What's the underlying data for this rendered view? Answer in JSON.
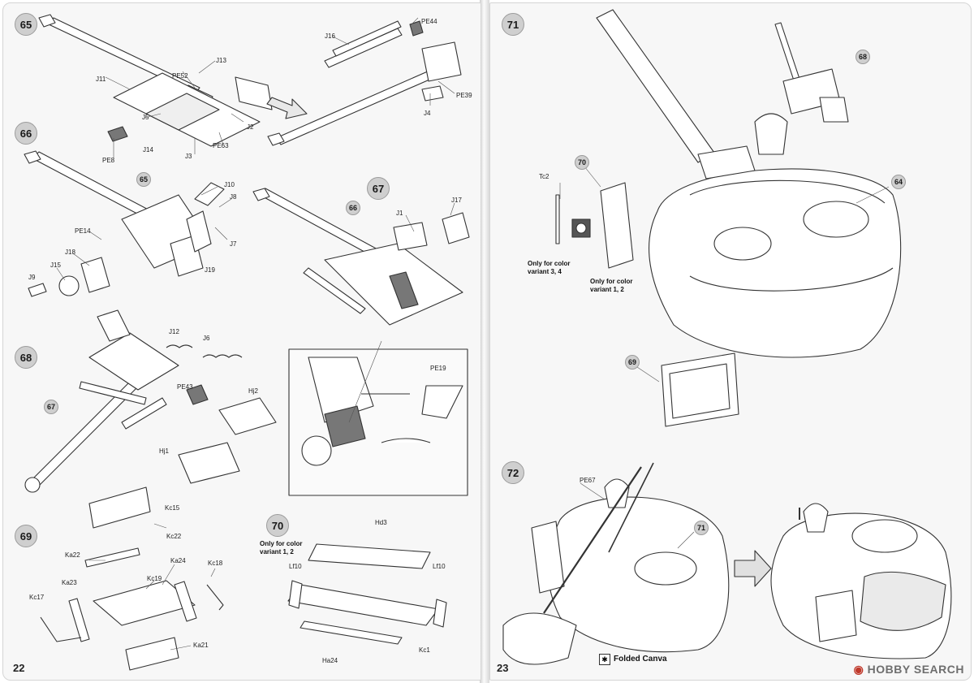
{
  "pages": {
    "left_number": "22",
    "right_number": "23"
  },
  "steps": {
    "s65": "65",
    "s66": "66",
    "s67": "67",
    "s68": "68",
    "s69": "69",
    "s70": "70",
    "s71": "71",
    "s72": "72",
    "ref65": "65",
    "ref66": "66",
    "ref67": "67",
    "ref68": "68",
    "ref69": "69",
    "ref70": "70",
    "ref71": "71",
    "ref64": "64"
  },
  "parts": {
    "j11": "J11",
    "pe52": "PE52",
    "j13": "J13",
    "j5": "J5",
    "j14": "J14",
    "pe8": "PE8",
    "j3": "J3",
    "pe63": "PE63",
    "j2": "J2",
    "j16": "J16",
    "pe44": "PE44",
    "pe39": "PE39",
    "j4": "J4",
    "j10": "J10",
    "j8": "J8",
    "j7": "J7",
    "j19": "J19",
    "pe14": "PE14",
    "j18": "J18",
    "j15": "J15",
    "j9": "J9",
    "j1": "J1",
    "j17": "J17",
    "j12": "J12",
    "j6": "J6",
    "pe43": "PE43",
    "hj2": "Hj2",
    "hj1": "Hj1",
    "pe19": "PE19",
    "kc15": "Kc15",
    "kc22": "Kc22",
    "ka22": "Ka22",
    "ka24": "Ka24",
    "kc18": "Kc18",
    "ka23": "Ka23",
    "kc19": "Kc19",
    "kc17": "Kc17",
    "ka21": "Ka21",
    "hd3": "Hd3",
    "lf10a": "Lf10",
    "lf10b": "Lf10",
    "ha24": "Ha24",
    "kc1": "Kc1",
    "tc2": "Tc2",
    "pe67": "PE67"
  },
  "notes": {
    "only_color_variant_12_70": "Only for color\nvariant 1, 2",
    "only_color_variant_34": "Only for color\nvariant 3, 4",
    "only_color_variant_12_71": "Only for color\nvariant 1, 2",
    "folded_canva": "Folded Canva"
  },
  "watermark": {
    "brand": "HOBBY",
    "suffix": "SEARCH"
  },
  "colors": {
    "badge": "#cfcfcf",
    "watermark": "#c0392b",
    "line": "#333333",
    "part_fill": "#ffffff"
  }
}
